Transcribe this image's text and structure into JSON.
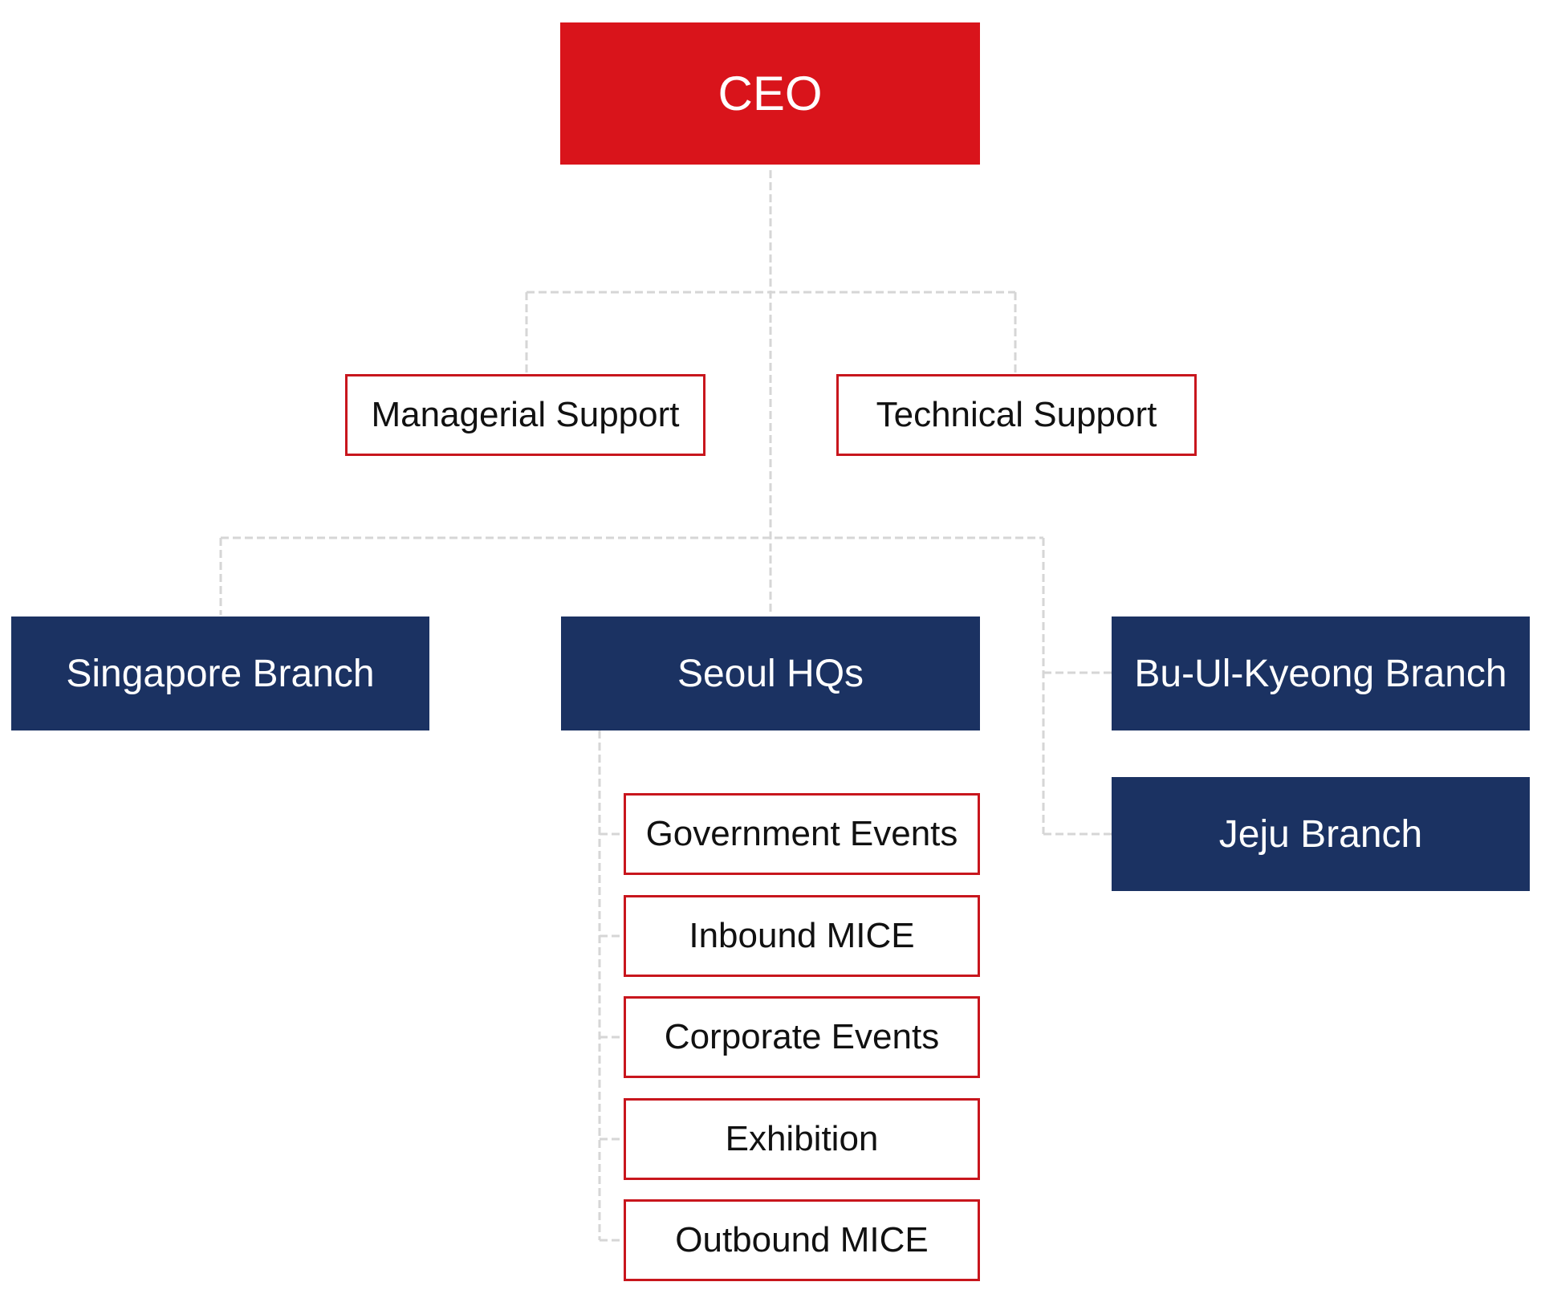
{
  "colors": {
    "ceo_fill": "#d9141b",
    "outline_border": "#c8161d",
    "dark_fill": "#1b3262",
    "connector": "#d6d6d6"
  },
  "chart": {
    "ceo": "CEO",
    "support": {
      "managerial": "Managerial Support",
      "technical": "Technical Support"
    },
    "branches": {
      "singapore": "Singapore Branch",
      "seoul": "Seoul HQs",
      "bu_ui_kyeong": "Bu-Ul-Kyeong Branch",
      "jeju": "Jeju Branch"
    },
    "seoul_departments": [
      "Government Events",
      "Inbound MICE",
      "Corporate Events",
      "Exhibition",
      "Outbound MICE"
    ]
  }
}
